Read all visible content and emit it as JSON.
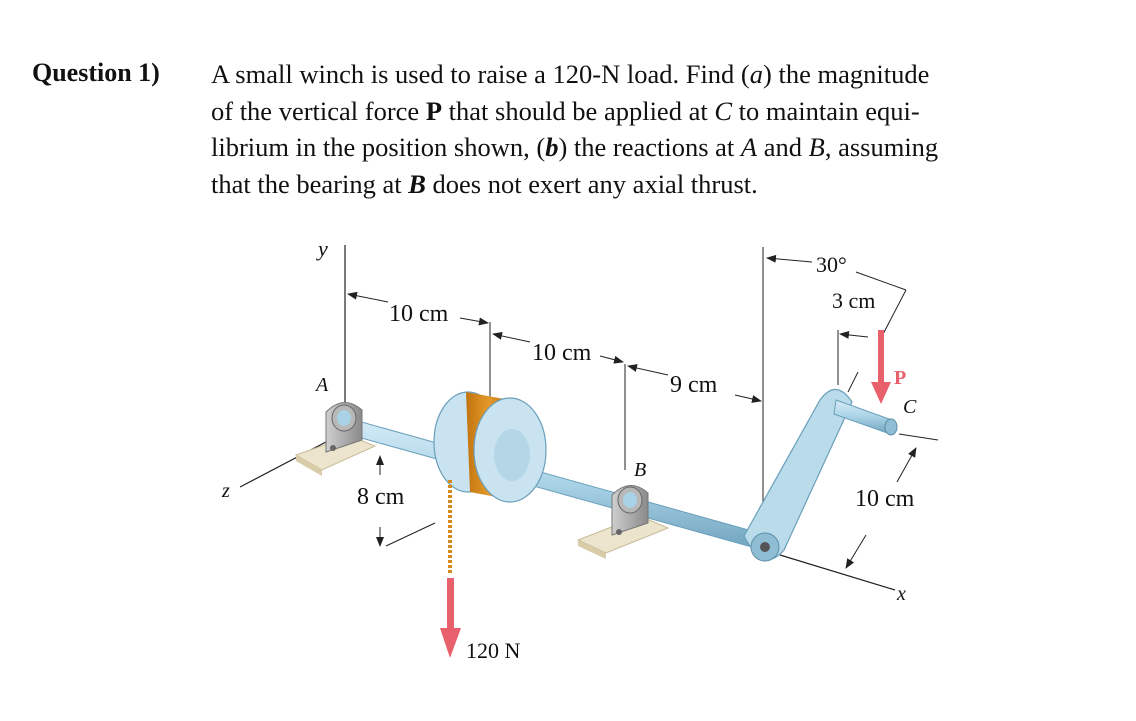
{
  "question": {
    "label": "Question 1)",
    "line1_a": "A small winch is used to raise a 120-N load. Find (",
    "line1_b": "a",
    "line1_c": ") the magnitude",
    "line2_a": "of the vertical force ",
    "line2_b": "P",
    "line2_c": " that should be applied at ",
    "line2_d": "C",
    "line2_e": " to maintain equi-",
    "line3_a": "librium in the position shown, (",
    "line3_b": "b",
    "line3_c": ") the reactions at ",
    "line3_d": "A",
    "line3_e": " and ",
    "line3_f": "B",
    "line3_g": ", assuming",
    "line4_a": "that the bearing at ",
    "line4_b": "B",
    "line4_c": " does not exert any axial thrust."
  },
  "figure": {
    "axis_y": "y",
    "axis_z": "z",
    "axis_x": "x",
    "point_a": "A",
    "point_b": "B",
    "point_c": "C",
    "force_p": "P",
    "dim_10cm_first": "10 cm",
    "dim_10cm_second": "10 cm",
    "dim_9cm": "9 cm",
    "dim_30deg": "30°",
    "dim_3cm": "3 cm",
    "dim_8cm": "8 cm",
    "dim_10cm_crank": "10 cm",
    "load_label": "120 N",
    "colors": {
      "shaft": "#a9d2e6",
      "drum_band": "#d68a1a",
      "bearing": "#a6a6a6",
      "base_plate": "#ece4cd",
      "force_arrow": "#e8606b"
    }
  }
}
